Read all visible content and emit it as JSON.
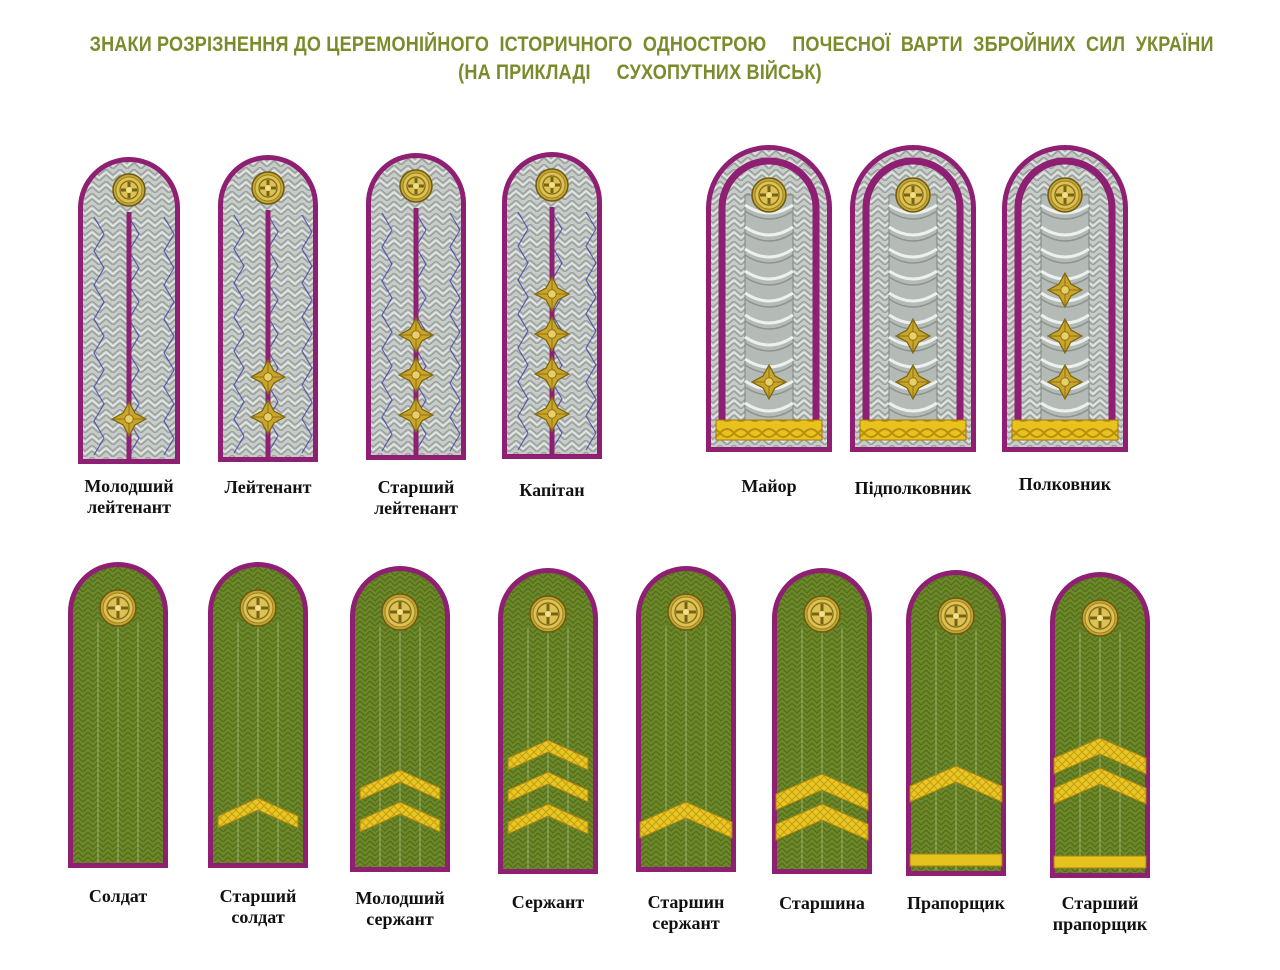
{
  "title": {
    "line1": "ЗНАКИ РОЗРІЗНЕННЯ ДО ЦЕРЕМОНІЙНОГО  ІСТОРИЧНОГО  ОДНОСТРОЮ     ПОЧЕСНОЇ  ВАРТИ  ЗБРОЙНИХ  СИЛ  УКРАЇНИ",
    "line2": "(НА ПРИКЛАДІ     СУХОПУТНИХ ВІЙСЬК)"
  },
  "colors": {
    "title": "#7b8a2a",
    "border": "#8e1f72",
    "silver": "#c6cbc8",
    "braid_line": "#3e3ea8",
    "olive": "#6f8a2a",
    "olive_dark": "#56701c",
    "gold": "#e6c21f",
    "star_gold": "#c9a529"
  },
  "officers": [
    {
      "id": "ml-lt",
      "label": [
        "Молодший",
        "лейтенант"
      ],
      "stars": 1,
      "style": "junior",
      "icon": "star-icon"
    },
    {
      "id": "lt",
      "label": [
        "Лейтенант"
      ],
      "stars": 2,
      "style": "junior",
      "icon": "star-icon"
    },
    {
      "id": "st-lt",
      "label": [
        "Старший",
        "лейтенант"
      ],
      "stars": 3,
      "style": "junior",
      "icon": "star-icon"
    },
    {
      "id": "kpt",
      "label": [
        "Капітан"
      ],
      "stars": 4,
      "style": "junior",
      "icon": "star-icon"
    },
    {
      "id": "maj",
      "label": [
        "Майор"
      ],
      "stars": 1,
      "style": "senior",
      "icon": "star-icon"
    },
    {
      "id": "pidp",
      "label": [
        "Підполковник"
      ],
      "stars": 2,
      "style": "senior",
      "icon": "star-icon"
    },
    {
      "id": "polk",
      "label": [
        "Полковник"
      ],
      "stars": 3,
      "style": "senior",
      "icon": "star-icon"
    }
  ],
  "enlisted": [
    {
      "id": "sold",
      "label": [
        "Солдат"
      ],
      "chevrons": 0,
      "bar": false
    },
    {
      "id": "st-sold",
      "label": [
        "Старший",
        "солдат"
      ],
      "chevrons": 1,
      "bar": false
    },
    {
      "id": "ml-serz",
      "label": [
        "Молодший",
        "сержант"
      ],
      "chevrons": 2,
      "bar": false
    },
    {
      "id": "serz",
      "label": [
        "Сержант"
      ],
      "chevrons": 3,
      "bar": false
    },
    {
      "id": "st-serz",
      "label": [
        "Старшин",
        "сержант"
      ],
      "chevrons": 1,
      "wide": true,
      "bar": false
    },
    {
      "id": "starsh",
      "label": [
        "Старшина"
      ],
      "chevrons": 2,
      "wide": true,
      "bar": false
    },
    {
      "id": "prap",
      "label": [
        "Прапорщик"
      ],
      "chevrons": 1,
      "wide": true,
      "bar": true
    },
    {
      "id": "st-prap",
      "label": [
        "Старший",
        "прапорщик"
      ],
      "chevrons": 2,
      "wide": true,
      "bar": true
    }
  ]
}
